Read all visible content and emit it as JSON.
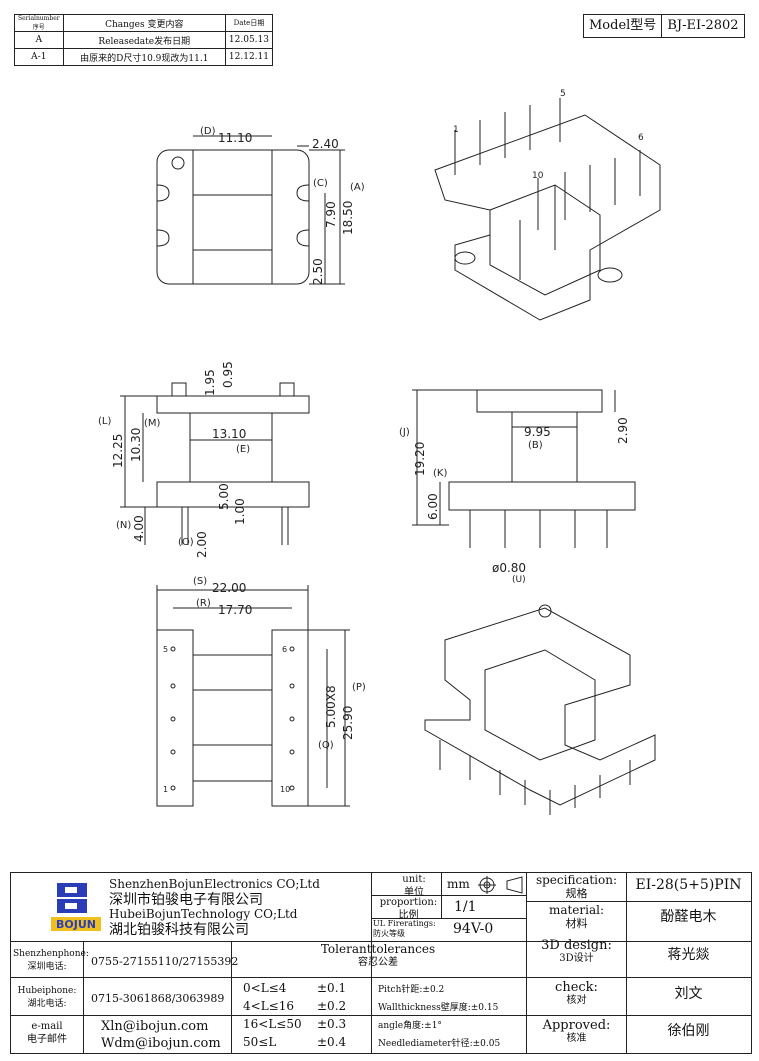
{
  "revision_table": {
    "headers": [
      "Serialnumber序号",
      "Changes 变更内容",
      "Date日期"
    ],
    "rows": [
      {
        "serial": "A",
        "change": "Releasedate发布日期",
        "date": "12.05.13"
      },
      {
        "serial": "A-1",
        "change": "由原来的D尺寸10.9现改为11.1",
        "date": "12.12.11"
      }
    ]
  },
  "model": {
    "label": "Model型号",
    "value": "BJ-EI-2802"
  },
  "dimensions": {
    "D_label": "(D)",
    "D": "11.10",
    "w240": "2.40",
    "C_label": "(C)",
    "A_label": "(A)",
    "A": "18.50",
    "w790": "7.90",
    "w250": "2.50",
    "w195": "1.95",
    "w095": "0.95",
    "L_label": "(L)",
    "M_label": "(M)",
    "L": "12.25",
    "M": "10.30",
    "E": "13.10",
    "E_label": "(E)",
    "N_label": "(N)",
    "N": "4.00",
    "w500": "5.00",
    "w100": "1.00",
    "O_label": "(O)",
    "O": "2.00",
    "J_label": "(J)",
    "J": "19.20",
    "B": "9.95",
    "B_label": "(B)",
    "w290": "2.90",
    "K_label": "(K)",
    "K": "6.00",
    "U": "ø0.80",
    "U_label": "(U)",
    "S_label": "(S)",
    "S": "22.00",
    "R_label": "(R)",
    "R": "17.70",
    "Q": "5.00X8",
    "Q_label": "(Q)",
    "P": "25.90",
    "P_label": "(P)",
    "pin1": "1",
    "pin5": "5",
    "pin6": "6",
    "pin10": "10"
  },
  "title_block": {
    "company_en_sz": "ShenzhenBojunElectronics CO;Ltd",
    "company_cn_sz": "深圳市铂骏电子有限公司",
    "company_en_hb": "HubeiBojunTechnology CO;Ltd",
    "company_cn_hb": "湖北铂骏科技有限公司",
    "logo_text": "BOJUN",
    "unit_label": "unit:",
    "unit_label_cn": "单位",
    "unit_value": "mm",
    "proportion_label": "proportion:",
    "proportion_label_cn": "比例",
    "proportion_value": "1/1",
    "ul_label": "UL Fireratings:",
    "ul_label_cn": "防火等级",
    "ul_value": "94V-0",
    "spec_label": "specification:",
    "spec_label_cn": "规格",
    "spec_value": "EI-28(5+5)PIN",
    "material_label": "material:",
    "material_label_cn": "材料",
    "material_value": "酚醛电木",
    "design_label": "3D design:",
    "design_label_cn": "3D设计",
    "design_value": "蒋光燚",
    "check_label": "check:",
    "check_label_cn": "核对",
    "check_value": "刘文",
    "approved_label": "Approved:",
    "approved_label_cn": "核准",
    "approved_value": "徐伯刚",
    "sz_phone_label": "Shenzhenphone:",
    "sz_phone_label_cn": "深圳电话:",
    "sz_phone": "0755-27155110/27155392",
    "hb_phone_label": "Hubeiphone:",
    "hb_phone_label_cn": "湖北电话:",
    "hb_phone": "0715-3061868/3063989",
    "email_label": "e-mail",
    "email_label_cn": "电子邮件",
    "email1": "Xln@ibojun.com",
    "email2": "Wdm@ibojun.com",
    "tol_title": "Toleranttolerances",
    "tol_title_cn": "容忍公差",
    "tolerances": [
      {
        "range": "0<L≤4",
        "value": "±0.1"
      },
      {
        "range": "4<L≤16",
        "value": "±0.2"
      },
      {
        "range": "16<L≤50",
        "value": "±0.3"
      },
      {
        "range": "50≤L",
        "value": "±0.4"
      }
    ],
    "pitch": "Pitch针距:±0.2",
    "wall": "Wallthickness壁厚度:±0.15",
    "angle": "angle角度:±1°",
    "needle": "Needlediameter针径:±0.05"
  }
}
